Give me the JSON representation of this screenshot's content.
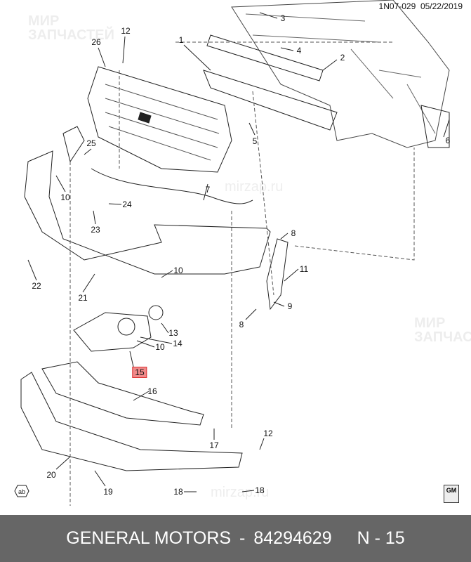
{
  "header": {
    "code": "1N07-029",
    "date": "05/22/2019"
  },
  "watermark": {
    "brand_line1": "МИР",
    "brand_line2": "ЗАПЧАСТЕЙ",
    "site": "mirzap.ru"
  },
  "callouts": [
    "3",
    "12",
    "1",
    "4",
    "26",
    "2",
    "6",
    "5",
    "25",
    "7",
    "10",
    "24",
    "23",
    "8",
    "22",
    "21",
    "10",
    "11",
    "9",
    "8",
    "13",
    "14",
    "10",
    "15",
    "16",
    "12",
    "17",
    "20",
    "19",
    "18",
    "18"
  ],
  "highlighted_callout": "15",
  "highlight_color": "#f08a8a",
  "icons": {
    "ab": "ab",
    "gm_logo": "GM"
  },
  "footer": {
    "brand": "GENERAL MOTORS",
    "separator": "-",
    "part_number": "84294629",
    "ref": "N - 15"
  },
  "colors": {
    "footer_bg": "#666666",
    "footer_text": "#ffffff"
  }
}
